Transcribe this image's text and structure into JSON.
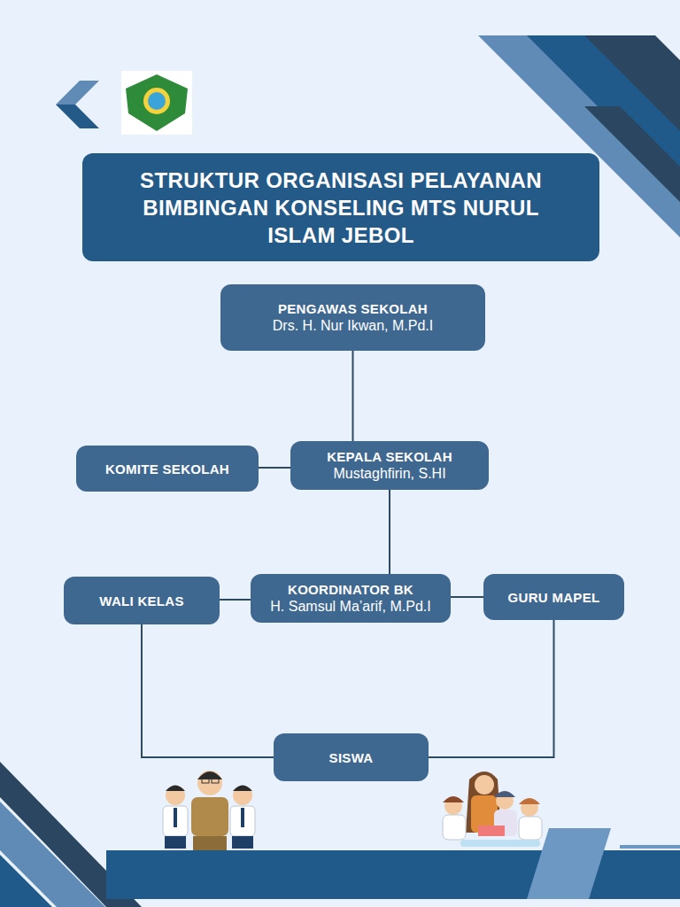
{
  "diagram": {
    "title": "STRUKTUR ORGANISASI PELAYANAN BIMBINGAN KONSELING MTS NURUL ISLAM JEBOL",
    "nodes": [
      {
        "text": [
          "PENGAWAS SEKOLAH",
          "Drs. H. Nur Ikwan, M.Pd.I"
        ]
      },
      {
        "text": [
          "KOMITE SEKOLAH"
        ]
      },
      {
        "text": [
          "KEPALA SEKOLAH",
          "Mustaghfirin, S.HI"
        ]
      },
      {
        "text": [
          "WALI KELAS"
        ]
      },
      {
        "text": [
          "KOORDINATOR BK",
          "H. Samsul Ma’arif, M.Pd.I"
        ]
      },
      {
        "text": [
          "GURU MAPEL"
        ]
      },
      {
        "text": [
          "SISWA"
        ]
      }
    ],
    "edges": [
      {
        "from": 0,
        "to": 2,
        "arrow": "none"
      },
      {
        "from": 1,
        "to": 2,
        "arrow": "none"
      },
      {
        "from": 2,
        "to": 4,
        "arrow": "none"
      },
      {
        "from": 3,
        "to": 4,
        "arrow": "none"
      },
      {
        "from": 4,
        "to": 5,
        "arrow": "none"
      },
      {
        "from": 3,
        "to": 6,
        "arrow": "none"
      },
      {
        "from": 5,
        "to": 6,
        "arrow": "none"
      }
    ]
  }
}
